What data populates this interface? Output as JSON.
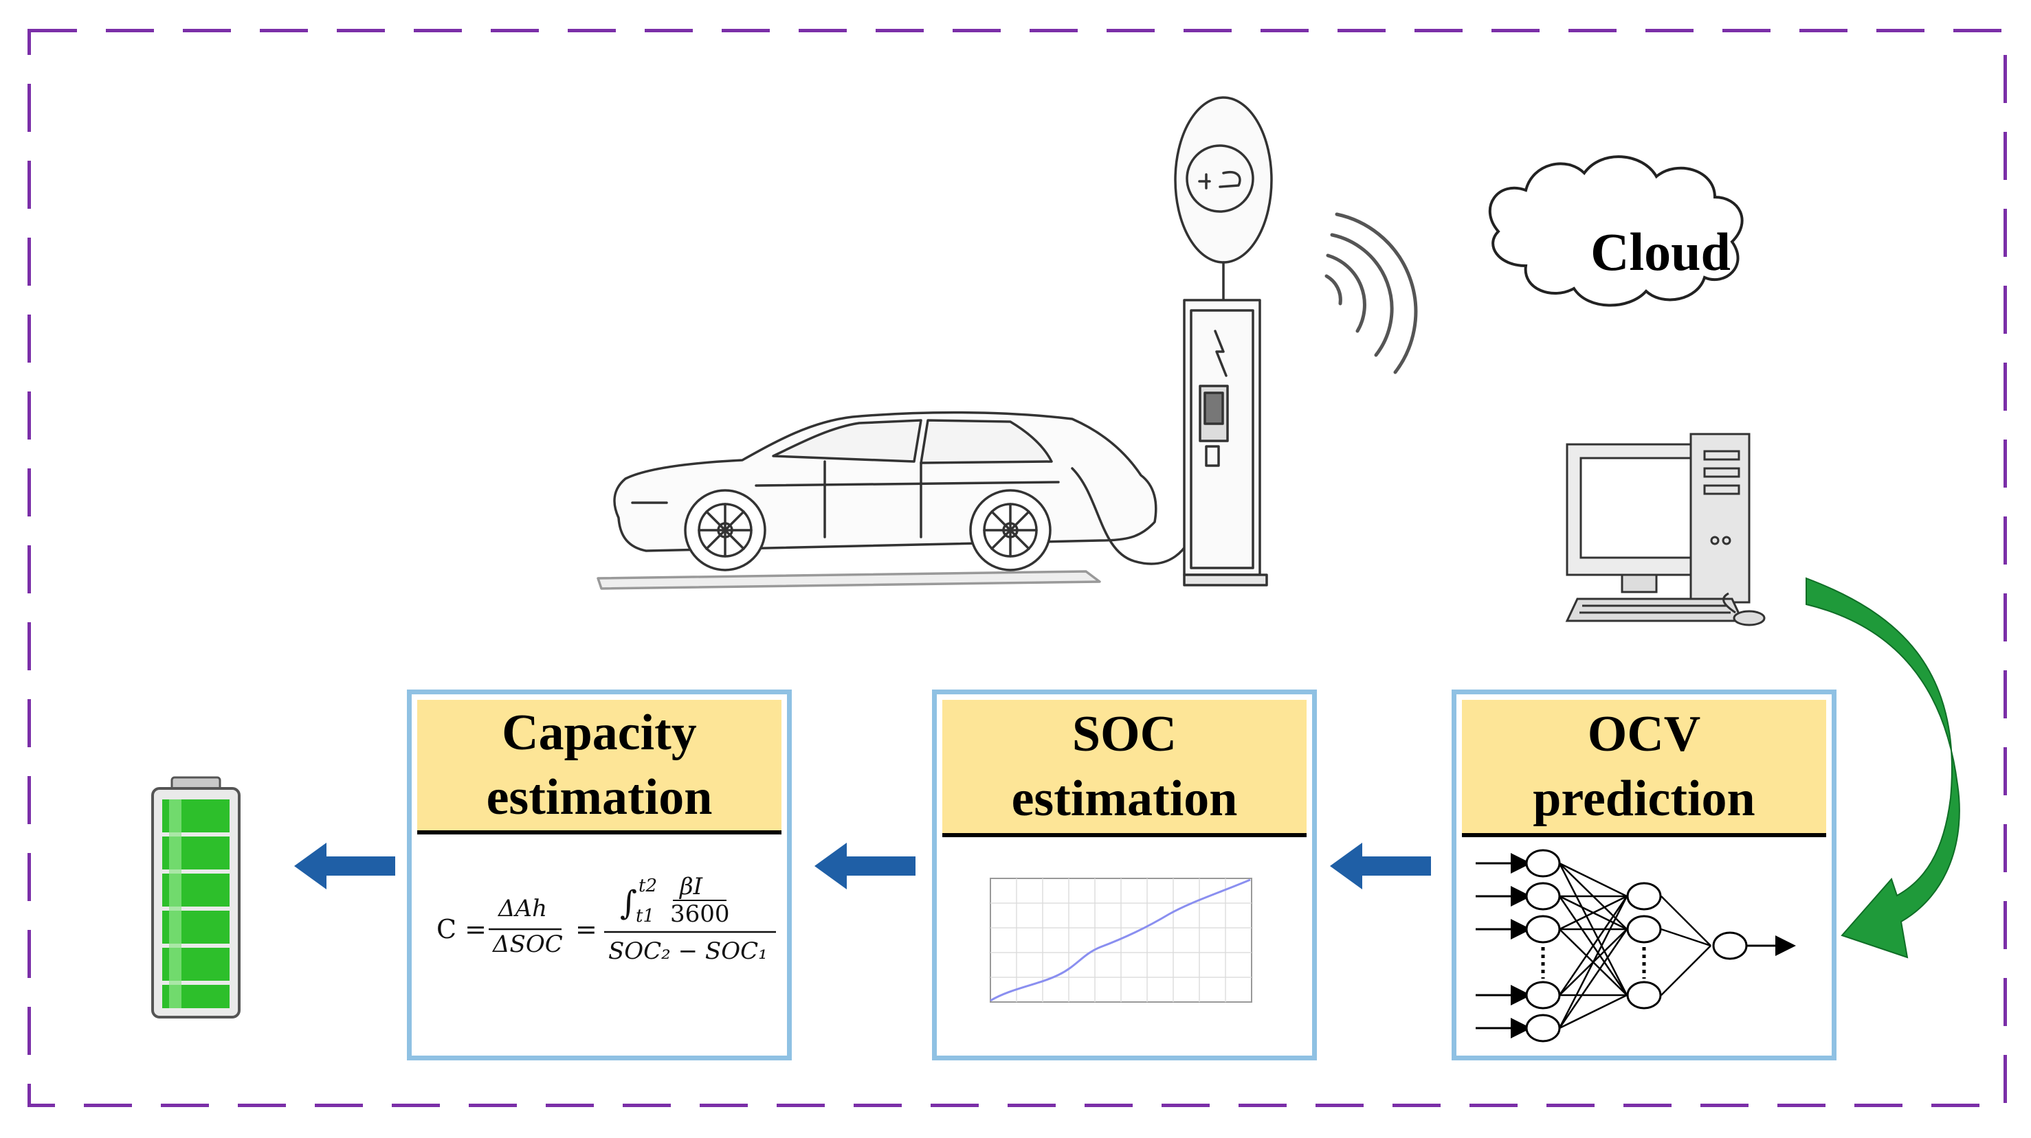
{
  "colors": {
    "frame_border": "#7b2fa8",
    "stage_border": "#8fc1e3",
    "stage_header": "#fde597",
    "arrow_blue": "#1f5fa6",
    "arrow_green": "#1f9a3a",
    "battery_green": "#2dbf2b",
    "curve_blue": "#8a8ff0"
  },
  "icons": {
    "car": "electric-car-icon",
    "charger": "charging-station-icon",
    "wifi": "wireless-signal-icon",
    "cloud": "cloud-icon",
    "computer": "desktop-computer-icon",
    "battery": "battery-icon"
  },
  "cloud": {
    "label": "Cloud"
  },
  "stages": {
    "capacity": {
      "title": "Capacity\nestimation"
    },
    "soc": {
      "title": "SOC\nestimation"
    },
    "ocv": {
      "title": "OCV\nprediction"
    }
  },
  "formula": {
    "lhs": "C =",
    "num1": "ΔAh",
    "den1": "ΔSOC",
    "eq": "=",
    "integral": "∫",
    "upper": "t2",
    "lower": "t1",
    "beta_i": "βI",
    "k3600": "3600",
    "den2": "SOC₂ − SOC₁"
  }
}
